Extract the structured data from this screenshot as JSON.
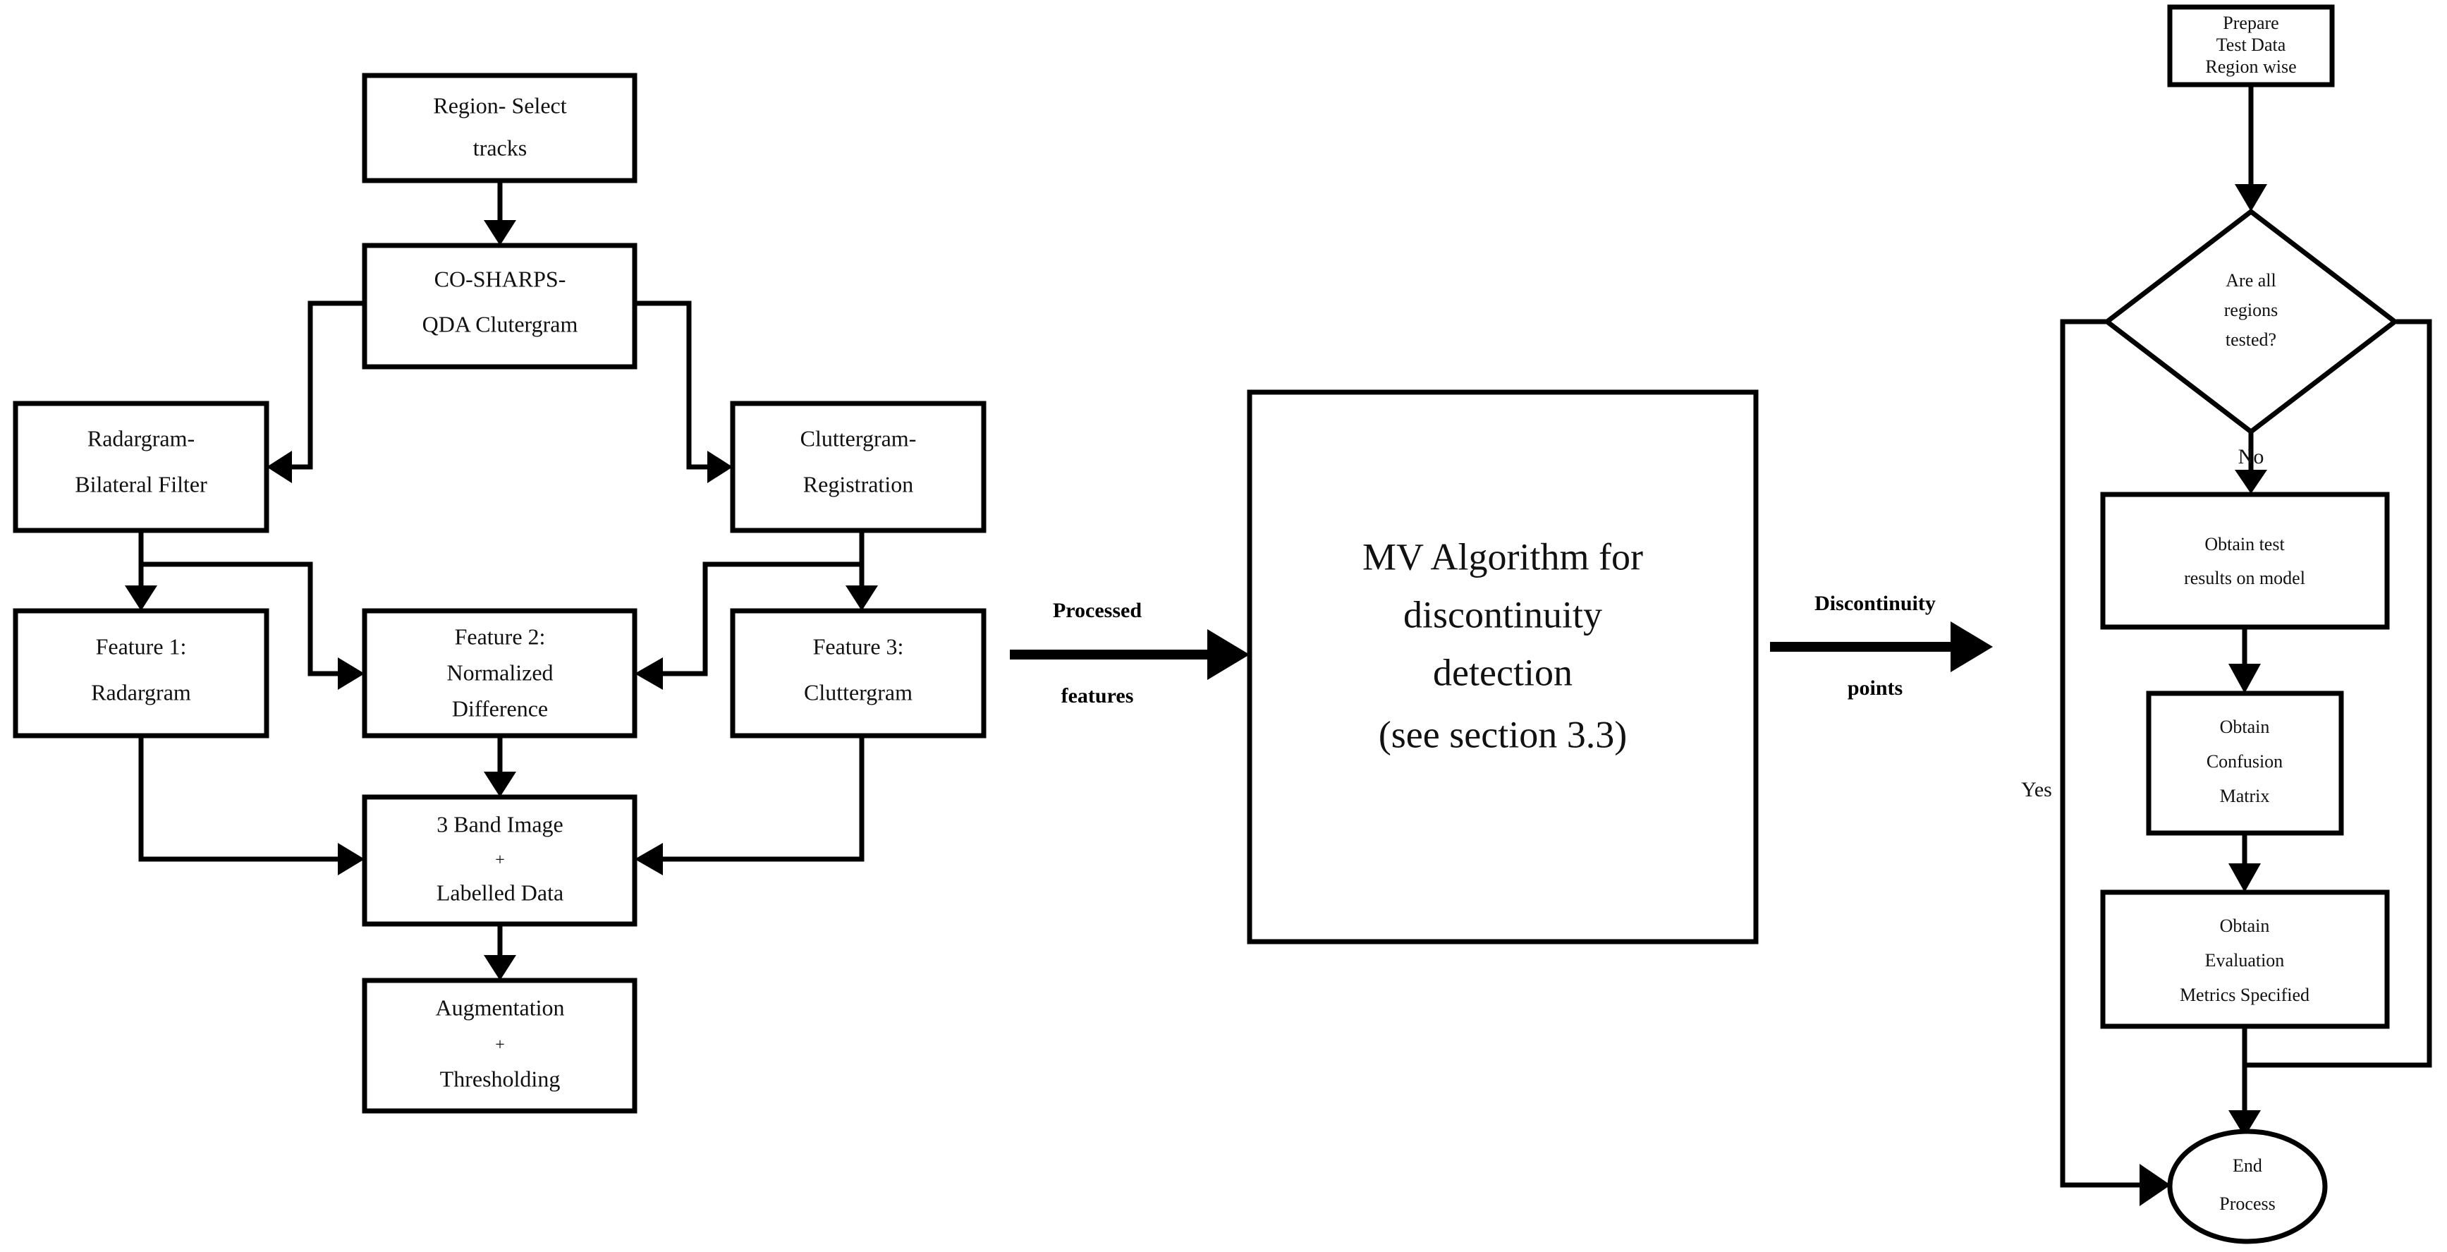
{
  "diagram": {
    "title": "Discontinuity detection pipeline flowchart",
    "background_color": "#ffffff",
    "line_color": "#000000",
    "text_color": "#111111"
  },
  "left_pipeline": {
    "nodes": {
      "region_select": {
        "line1": "Region-  Select",
        "line2": "tracks"
      },
      "co_sharps": {
        "line1": "CO-SHARPS-",
        "line2": "QDA Clutergram"
      },
      "radargram_bilateral": {
        "line1": "Radargram-",
        "line2": "Bilateral Filter"
      },
      "cluttergram_registration": {
        "line1": "Cluttergram-",
        "line2": "Registration"
      },
      "feature1": {
        "line1": "Feature 1:",
        "line2": "Radargram"
      },
      "feature2": {
        "line1": "Feature 2:",
        "line2": "Normalized",
        "line3": "Difference"
      },
      "feature3": {
        "line1": "Feature 3:",
        "line2": "Cluttergram"
      },
      "three_band": {
        "line1": "3 Band Image",
        "line2": "+",
        "line3": "Labelled Data"
      },
      "augmentation": {
        "line1": "Augmentation",
        "line2": "+",
        "line3": "Thresholding"
      }
    }
  },
  "center": {
    "mv_algorithm": {
      "line1": "MV Algorithm for",
      "line2": "discontinuity",
      "line3": "detection",
      "line4": "(see section 3.3)"
    },
    "arrow_in_label": {
      "line1": "Processed",
      "line2": "features"
    },
    "arrow_out_label": {
      "line1": "Discontinuity",
      "line2": "points"
    }
  },
  "right_pipeline": {
    "nodes": {
      "prepare_test_data": {
        "line1": "Prepare",
        "line2": "Test Data",
        "line3": "Region wise"
      },
      "decision": {
        "line1": "Are all",
        "line2": "regions",
        "line3": "tested?"
      },
      "obtain_test_results": {
        "line1": "Obtain test",
        "line2": "results on model"
      },
      "obtain_confusion": {
        "line1": "Obtain",
        "line2": "Confusion",
        "line3": "Matrix"
      },
      "obtain_metrics": {
        "line1": "Obtain",
        "line2": "Evaluation",
        "line3": "Metrics Specified"
      },
      "end_process": {
        "line1": "End",
        "line2": "Process"
      }
    },
    "branch_labels": {
      "no": "No",
      "yes": "Yes"
    }
  }
}
